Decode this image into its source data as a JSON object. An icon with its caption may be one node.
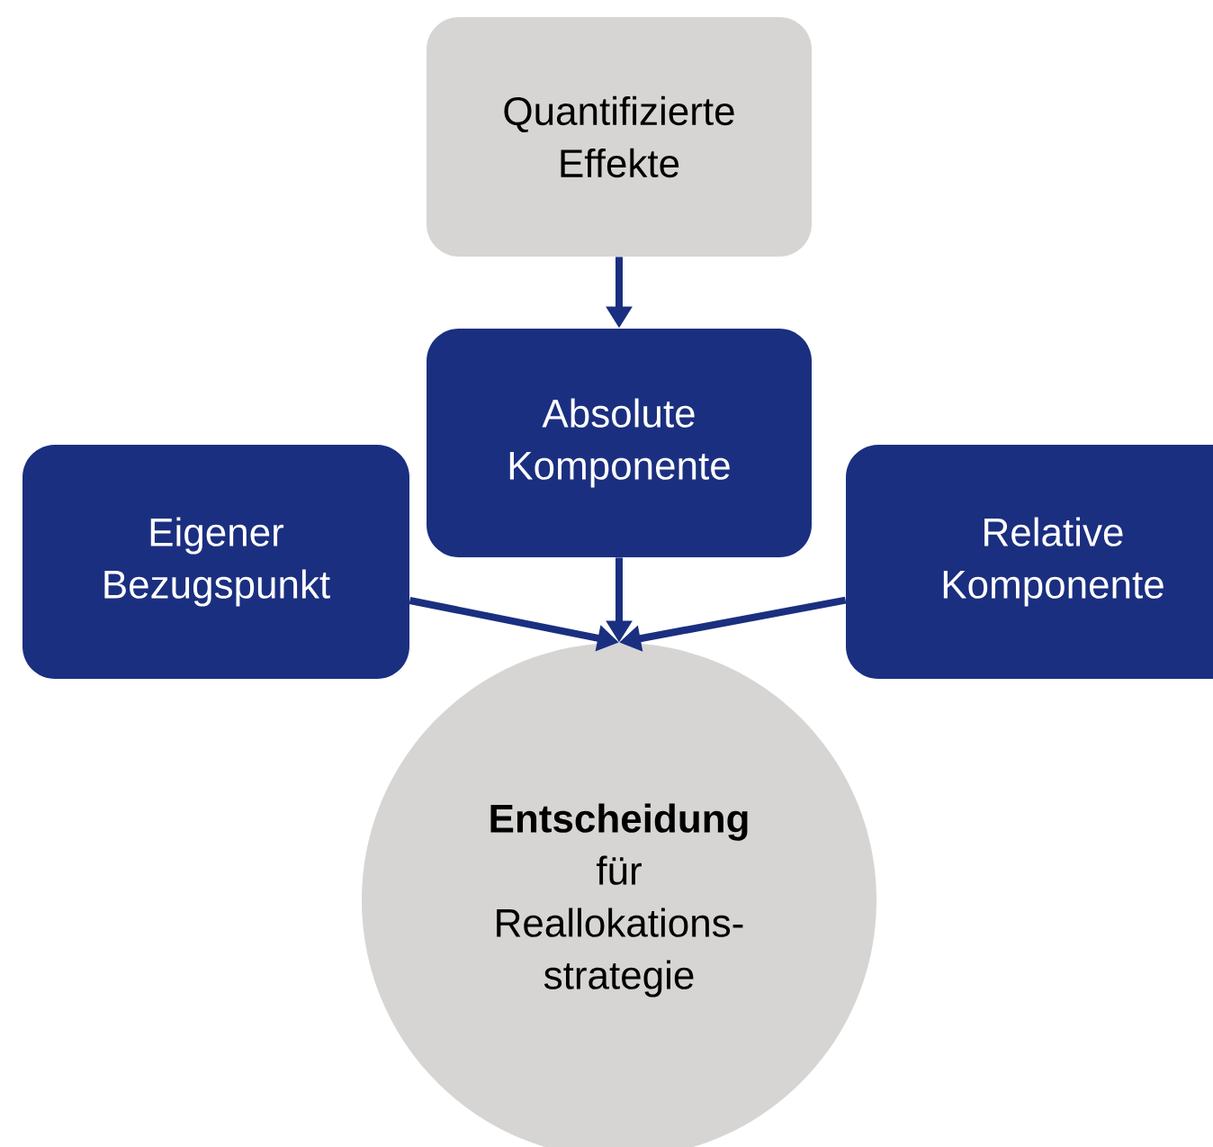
{
  "diagram": {
    "nodes": [
      {
        "text": [
          "Quantifizierte Effekte"
        ]
      },
      {
        "text": [
          "Absolute Komponente"
        ]
      },
      {
        "text": [
          "Eigener Bezugspunkt"
        ]
      },
      {
        "text": [
          "Relative Komponente"
        ]
      },
      {
        "text": [
          "**Entscheidung** für Reallokations-strategie"
        ]
      }
    ],
    "edges": [
      {
        "from": 0,
        "to": 1,
        "arrow": "to"
      },
      {
        "from": 2,
        "to": 4,
        "arrow": "to"
      },
      {
        "from": 1,
        "to": 4,
        "arrow": "to"
      },
      {
        "from": 3,
        "to": 4,
        "arrow": "to"
      }
    ]
  }
}
